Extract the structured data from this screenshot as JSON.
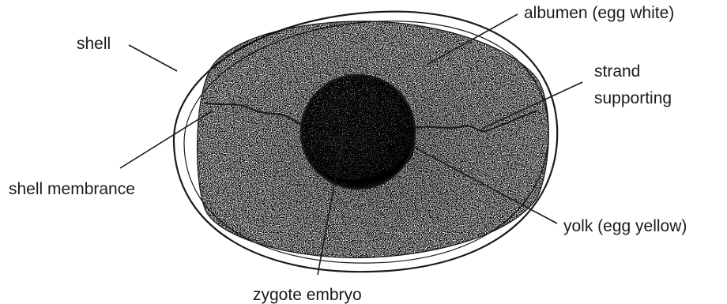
{
  "labels": {
    "shell": "shell",
    "shell_membrane": "shell membrance",
    "albumen": "albumen (egg white)",
    "strand_line1": "strand",
    "strand_line2": "supporting",
    "yolk": "yolk (egg yellow)",
    "zygote": "zygote embryo"
  },
  "colors": {
    "ink": "#1a1a1a",
    "background": "#ffffff"
  }
}
